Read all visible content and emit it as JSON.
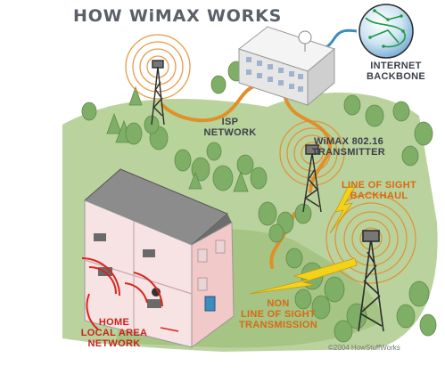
{
  "title": "HOW WiMAX WORKS",
  "labels": {
    "isp_line1": "ISP",
    "isp_line2": "NETWORK",
    "internet_line1": "INTERNET",
    "internet_line2": "BACKBONE",
    "wimax_line1": "WiMAX 802.16",
    "wimax_line2": "TRANSMITTER",
    "los_line1": "LINE OF SIGHT",
    "los_line2": "BACKHAUL",
    "nlos_line1": "NON",
    "nlos_line2": "LINE OF SIGHT",
    "nlos_line3": "TRANSMISSION",
    "home_line1": "HOME",
    "home_line2": "LOCAL AREA",
    "home_line3": "NETWORK"
  },
  "copyright": "©2004 HowStuffWorks",
  "colors": {
    "grass": "#aecb8d",
    "tree": "#7fae66",
    "cable": "#e0902a",
    "fiber": "#3c8cc0",
    "bolt": "#f3d21b",
    "signal": "#e28a2a",
    "house_wall": "#f2c9c9",
    "roof": "#8c8c8c",
    "wifi_arc": "#d8261e"
  }
}
